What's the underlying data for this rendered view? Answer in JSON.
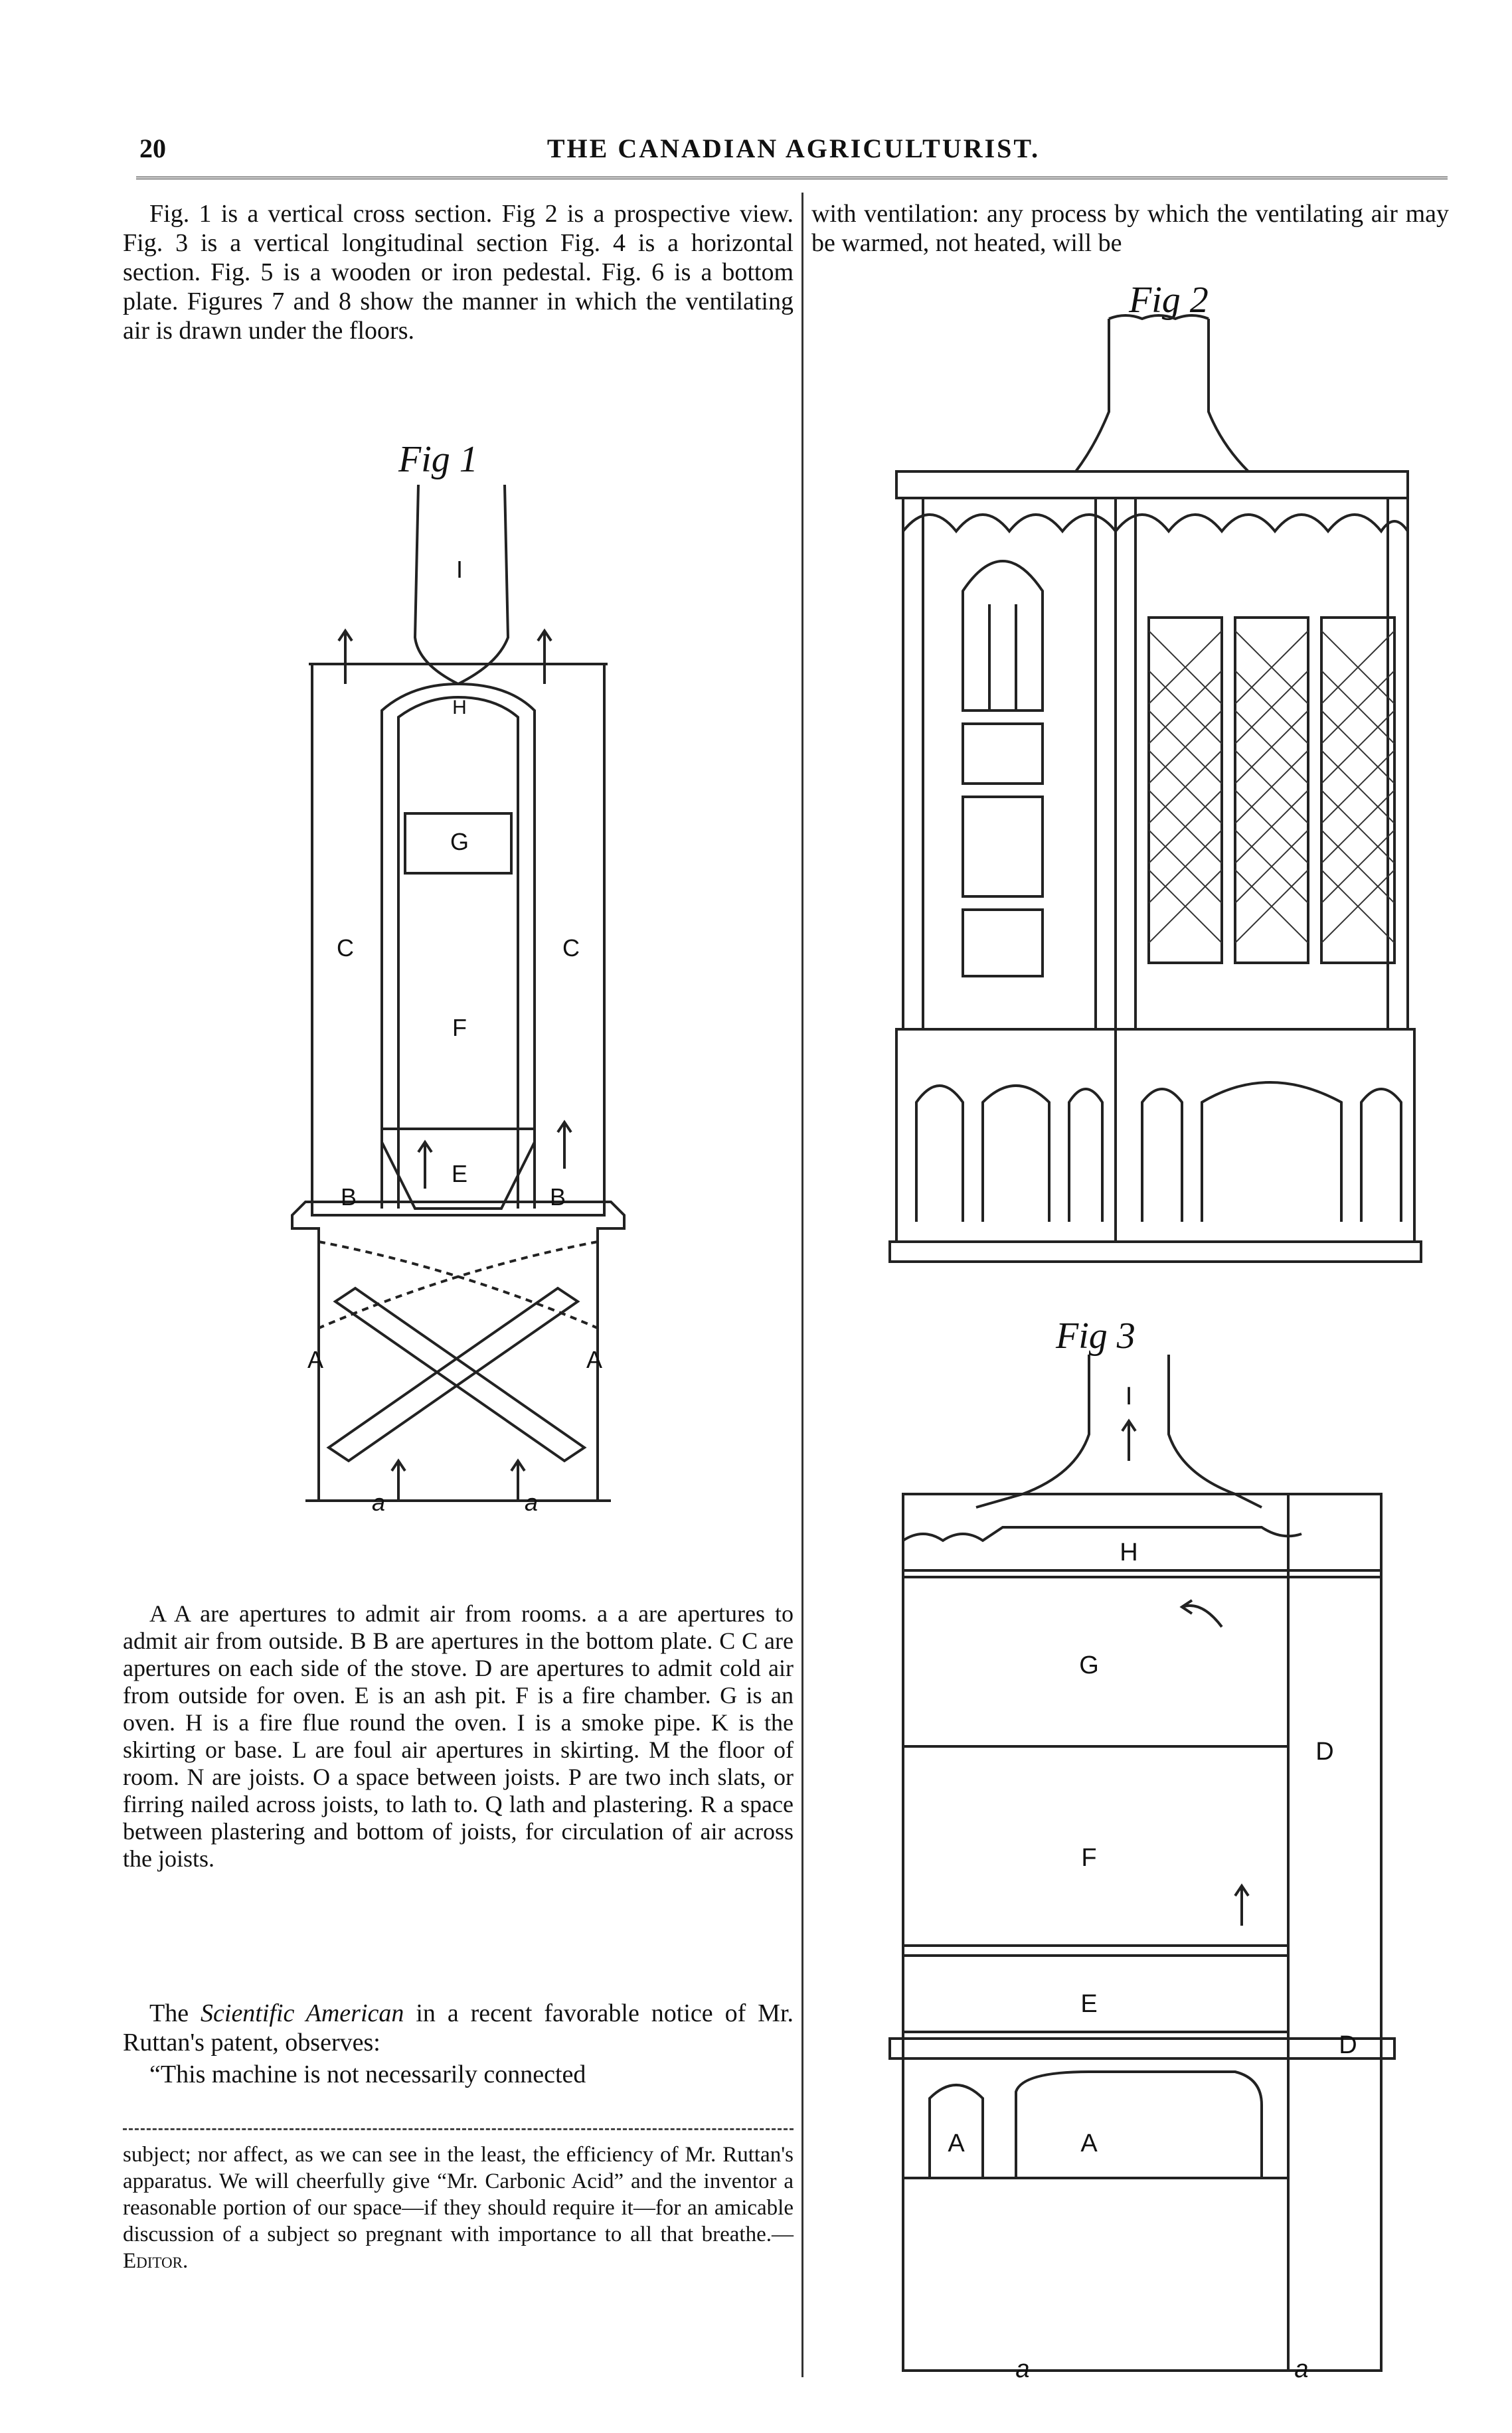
{
  "header": {
    "page_number": "20",
    "running_title": "THE CANADIAN AGRICULTURIST."
  },
  "left_column": {
    "intro": "Fig. 1 is a vertical cross section. Fig 2 is a prospective view. Fig. 3 is a vertical longitudinal section Fig. 4 is a horizontal section. Fig. 5 is a wooden or iron pedestal. Fig. 6 is a bottom plate. Figures 7 and 8 show the manner in which the ventilating air is drawn under the floors.",
    "legend": "A A are apertures to admit air from rooms. a a are apertures to admit air from outside. B B are apertures in the bottom plate. C C are apertures on each side of the stove. D are apertures to admit cold air from outside for oven. E is an ash pit. F is a fire chamber. G is an oven. H is a fire flue round the oven. I is a smoke pipe. K is the skirting or base. L are foul air apertures in skirting. M the floor of room. N are joists. O a space between joists. P are two inch slats, or firring nailed across joists, to lath to. Q lath and plastering. R a space between plastering and bottom of joists, for circulation of air across the joists.",
    "sci_am_prefix": "The ",
    "sci_am_title": "Scientific American",
    "sci_am_suffix": " in a recent favorable notice of Mr. Ruttan's patent, observes:",
    "quote": "“This machine is not necessarily connected"
  },
  "footnote": {
    "text": "subject; nor affect, as we can see in the least, the efficiency of Mr. Ruttan's apparatus. We will cheerfully give “Mr. Carbonic Acid” and the inventor a reasonable portion of our space—if they should require it—for an amicable discussion of a subject so pregnant with importance to all that breathe.—",
    "signature": "Editor."
  },
  "right_column": {
    "text": "with ventilation: any process by which the ventilating air may be warmed, not heated, will be"
  },
  "figures": {
    "fig1": {
      "caption": "Fig 1",
      "labels": {
        "I": "I",
        "H": "H",
        "G": "G",
        "C_left": "C",
        "C_right": "C",
        "F": "F",
        "E": "E",
        "B_left": "B",
        "B_right": "B",
        "A_left": "A",
        "A_right": "A",
        "a_left": "a",
        "a_right": "a"
      }
    },
    "fig2": {
      "caption": "Fig 2"
    },
    "fig3": {
      "caption": "Fig 3",
      "labels": {
        "I": "I",
        "H": "H",
        "G": "G",
        "D_upper": "D",
        "F": "F",
        "E": "E",
        "D_lower": "D",
        "A_left": "A",
        "A_right": "A",
        "a_left": "a",
        "a_right": "a"
      }
    }
  }
}
